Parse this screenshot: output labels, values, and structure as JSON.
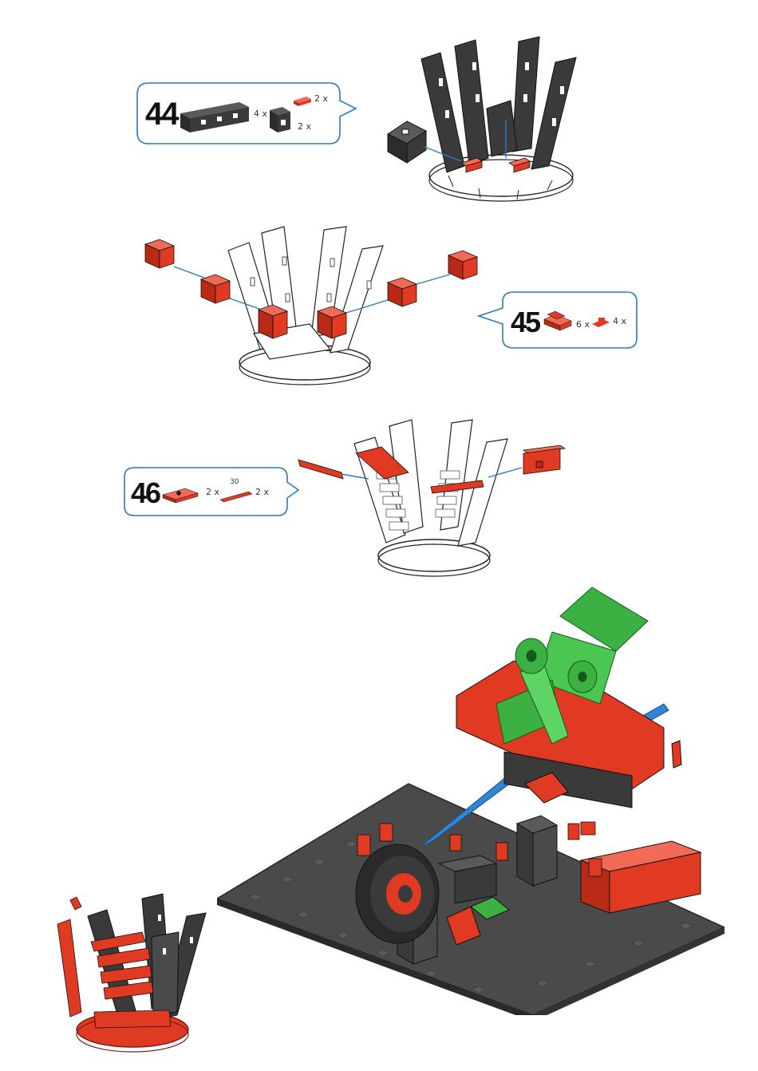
{
  "steps": [
    {
      "number": "44",
      "parts": [
        {
          "qty": "4 x",
          "icon": "black-building-block-30-icon"
        },
        {
          "qty": "2 x",
          "icon": "black-building-block-15-icon"
        },
        {
          "qty": "2 x",
          "icon": "red-building-plate-icon"
        }
      ]
    },
    {
      "number": "45",
      "parts": [
        {
          "qty": "6 x",
          "icon": "red-building-block-5-icon"
        },
        {
          "qty": "4 x",
          "icon": "red-connector-icon"
        }
      ]
    },
    {
      "number": "46",
      "parts": [
        {
          "qty": "2 x",
          "icon": "red-building-plate-15x30-icon"
        },
        {
          "qty": "2 x",
          "label": "30",
          "icon": "red-axle-30-icon"
        }
      ]
    }
  ],
  "colors": {
    "bubble_border": "#2b7bc0",
    "part_red": "#e03a22",
    "part_black": "#3a3a3a",
    "part_green": "#3cb043",
    "part_blue": "#2f86d6",
    "base_plate": "#4a4a4a"
  }
}
